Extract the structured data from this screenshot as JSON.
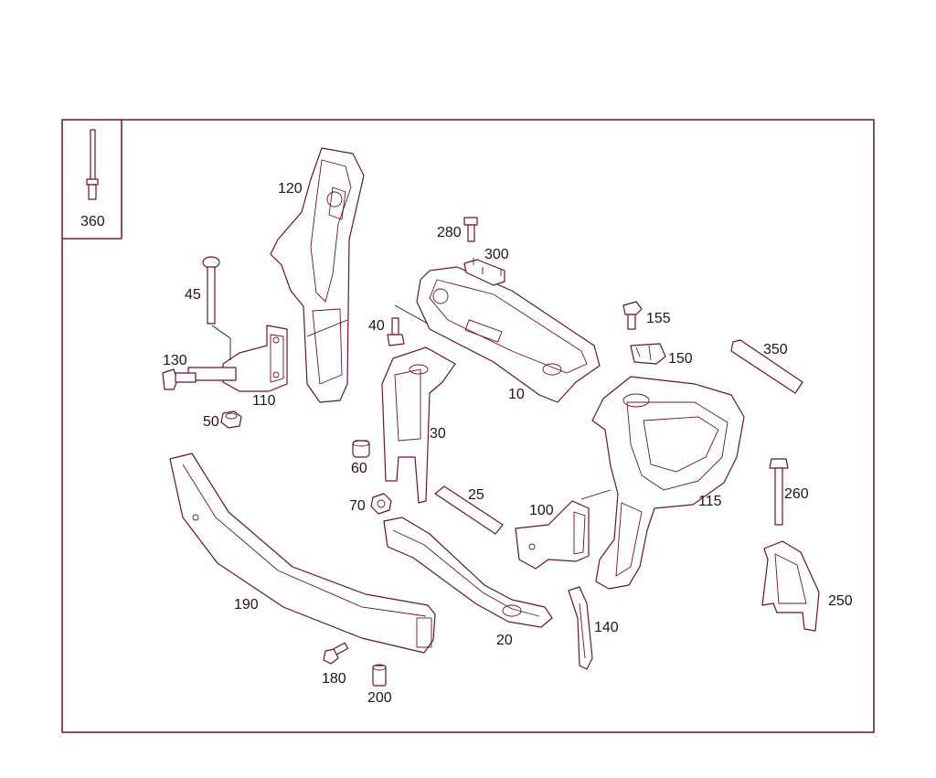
{
  "labels": {
    "p10": "10",
    "p20": "20",
    "p25": "25",
    "p30": "30",
    "p40": "40",
    "p45": "45",
    "p50": "50",
    "p60": "60",
    "p70": "70",
    "p100": "100",
    "p110": "110",
    "p115": "115",
    "p120": "120",
    "p130": "130",
    "p140": "140",
    "p150": "150",
    "p155": "155",
    "p180": "180",
    "p190": "190",
    "p200": "200",
    "p250": "250",
    "p260": "260",
    "p280": "280",
    "p300": "300",
    "p350": "350",
    "p360": "360"
  },
  "colors": {
    "frame": "#7a1e3a",
    "line": "#6a1030",
    "text": "#2a1018"
  }
}
